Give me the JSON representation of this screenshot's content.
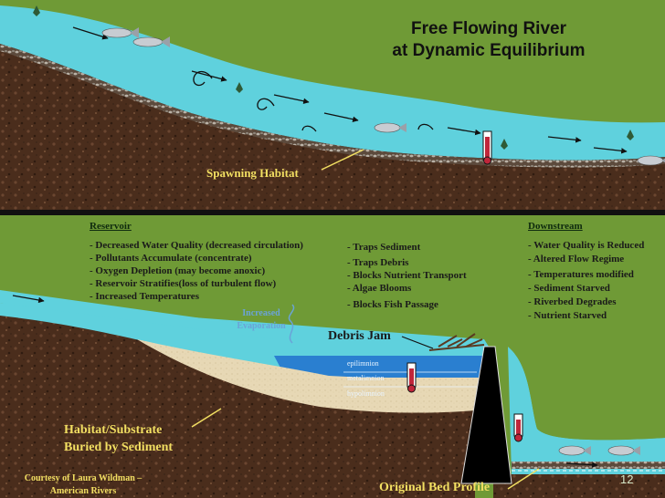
{
  "title": {
    "line1": "Free Flowing River",
    "line2": "at Dynamic Equilibrium"
  },
  "labels": {
    "spawning": "Spawning Habitat",
    "evaporation_line1": "Increased",
    "evaporation_line2": "Evaporation",
    "debris_jam": "Debris Jam",
    "habitat_line1": "Habitat/Substrate",
    "habitat_line2": "Buried by Sediment",
    "original_bed": "Original Bed Profile",
    "courtesy_line1": "Courtesy of Laura Wildman –",
    "courtesy_line2": "American Rivers",
    "slide_number": "12"
  },
  "layers": {
    "epilimnion": "epilimnion",
    "metalimnion": "metalimnion",
    "hypolimnion": "hypolimnion"
  },
  "reservoir": {
    "heading": "Reservoir",
    "items": [
      "- Decreased Water Quality (decreased circulation)",
      "- Pollutants Accumulate (concentrate)",
      "- Oxygen Depletion (may become anoxic)",
      "- Reservoir Stratifies(loss of turbulent flow)",
      " - Increased Temperatures"
    ]
  },
  "dam_effects": {
    "items": [
      "- Traps Sediment",
      "- Traps Debris",
      "- Blocks Nutrient Transport",
      "- Algae Blooms",
      "- Blocks Fish Passage"
    ]
  },
  "downstream": {
    "heading": "Downstream",
    "items": [
      "- Water Quality is Reduced",
      "- Altered Flow Regime",
      "- Temperatures modified",
      "- Sediment Starved",
      "- Riverbed Degrades",
      "- Nutrient Starved"
    ]
  },
  "colors": {
    "grass": "#6f9a36",
    "soil": "#4a2d1c",
    "water": "#5fd1dd",
    "deep_water": "#1e6fc4",
    "sediment": "#e7d8b5",
    "dam": "#000000",
    "label_yellow": "#f2df62"
  }
}
